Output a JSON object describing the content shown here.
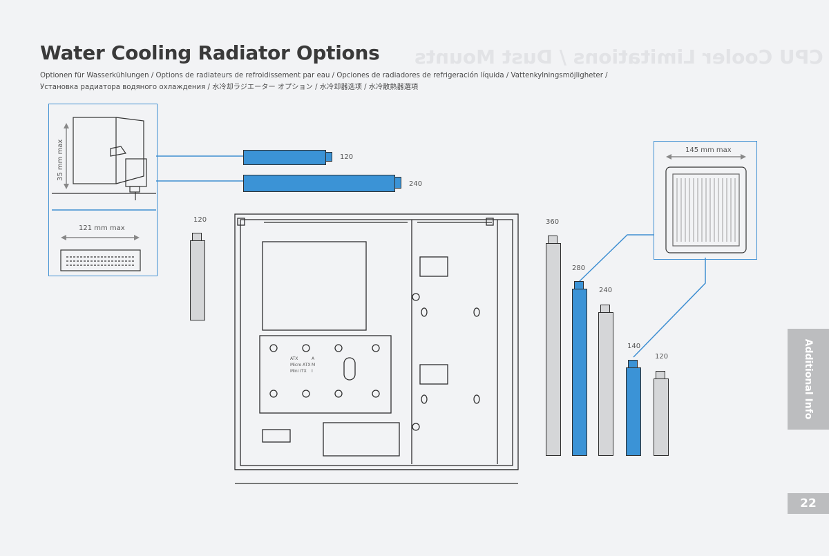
{
  "header": {
    "title": "Water Cooling Radiator Options",
    "subtitle_line1": "Optionen für Wasserkühlungen / Options de radiateurs de refroidissement par eau / Opciones de radiadores de refrigeración líquida / Vattenkylningsmöjligheter /",
    "subtitle_line2": "Установка радиатора водяного охлаждения / 水冷却ラジエーター オプション / 水冷却器选项 / 水冷散熱器選項",
    "ghost_text": "CPU Cooler Limitations / Dust Mounts"
  },
  "top_detail": {
    "height_limit": "35 mm max",
    "width_limit": "121 mm max",
    "radiator_sizes": [
      "120",
      "240"
    ]
  },
  "left_rear": {
    "size": "120"
  },
  "front_detail": {
    "width_limit": "145 mm max",
    "radiator_sizes": [
      "360",
      "280",
      "240",
      "140",
      "120"
    ]
  },
  "motherboard_labels": {
    "atx": "ATX",
    "micro_atx": "Micro ATX",
    "mini_itx": "Mini ITX",
    "a": "A",
    "m": "M",
    "i": "I"
  },
  "side_tab": {
    "label": "Additional Info"
  },
  "page": {
    "number": "22"
  },
  "colors": {
    "accent_blue": "#3b93d6",
    "radiator_grey": "#d5d6d8",
    "line": "#2e2e2e",
    "tab_grey": "#bcbdbf"
  }
}
